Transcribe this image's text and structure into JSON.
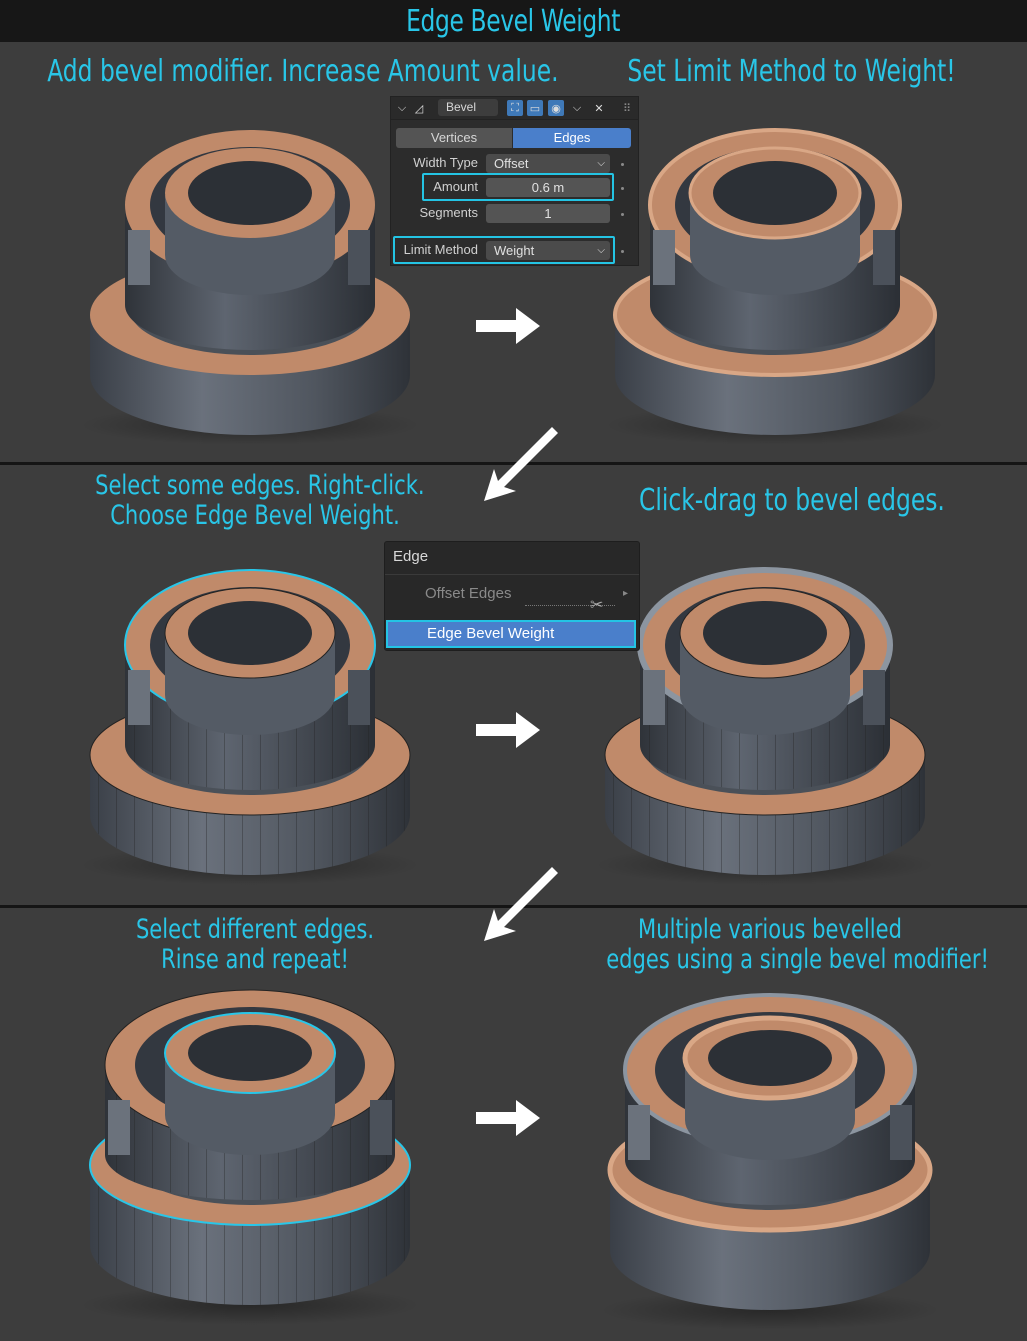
{
  "page": {
    "title": "Edge Bevel Weight"
  },
  "steps": {
    "s1": "Add bevel modifier. Increase Amount value.",
    "s2": "Set Limit Method to Weight!",
    "s3_line1": "Select some edges. Right-click.",
    "s3_line2": "Choose Edge Bevel Weight.",
    "s4": "Click-drag to bevel edges.",
    "s5_line1": "Select different edges.",
    "s5_line2": "Rinse and repeat!",
    "s6_line1": "Multiple various bevelled",
    "s6_line2": "edges using a single bevel modifier!"
  },
  "bevel_modifier": {
    "name": "Bevel",
    "tabs": [
      "Vertices",
      "Edges"
    ],
    "active_tab": "Edges",
    "width_type": {
      "label": "Width Type",
      "value": "Offset"
    },
    "amount": {
      "label": "Amount",
      "value": "0.6 m"
    },
    "segments": {
      "label": "Segments",
      "value": "1"
    },
    "limit_method": {
      "label": "Limit Method",
      "value": "Weight"
    }
  },
  "edge_menu": {
    "title": "Edge",
    "items": [
      "Offset Edges",
      "Edge Bevel Weight"
    ],
    "highlighted": "Edge Bevel Weight"
  },
  "colors": {
    "accent": "#29c6e8",
    "orange_face": "#c08a6a",
    "gray_face": "#5a616c",
    "blender_blue": "#4a7fcb"
  }
}
